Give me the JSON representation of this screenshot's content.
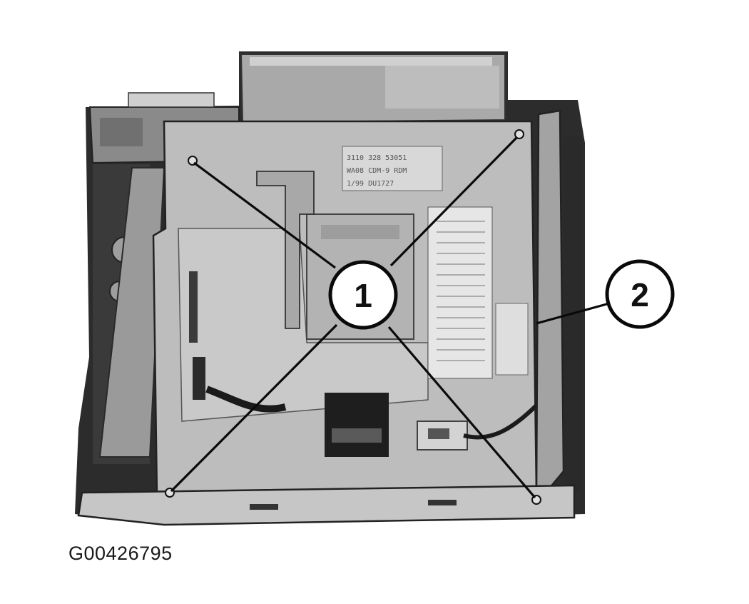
{
  "figure": {
    "figure_id": "G00426795",
    "callouts": [
      {
        "label": "1",
        "name": "mounting-screws"
      },
      {
        "label": "2",
        "name": "bracket"
      }
    ],
    "label_sticker": {
      "lines": [
        "3110 328 53051",
        "WA08 CDM-9 RDM",
        "1/99   DU1727"
      ]
    }
  }
}
